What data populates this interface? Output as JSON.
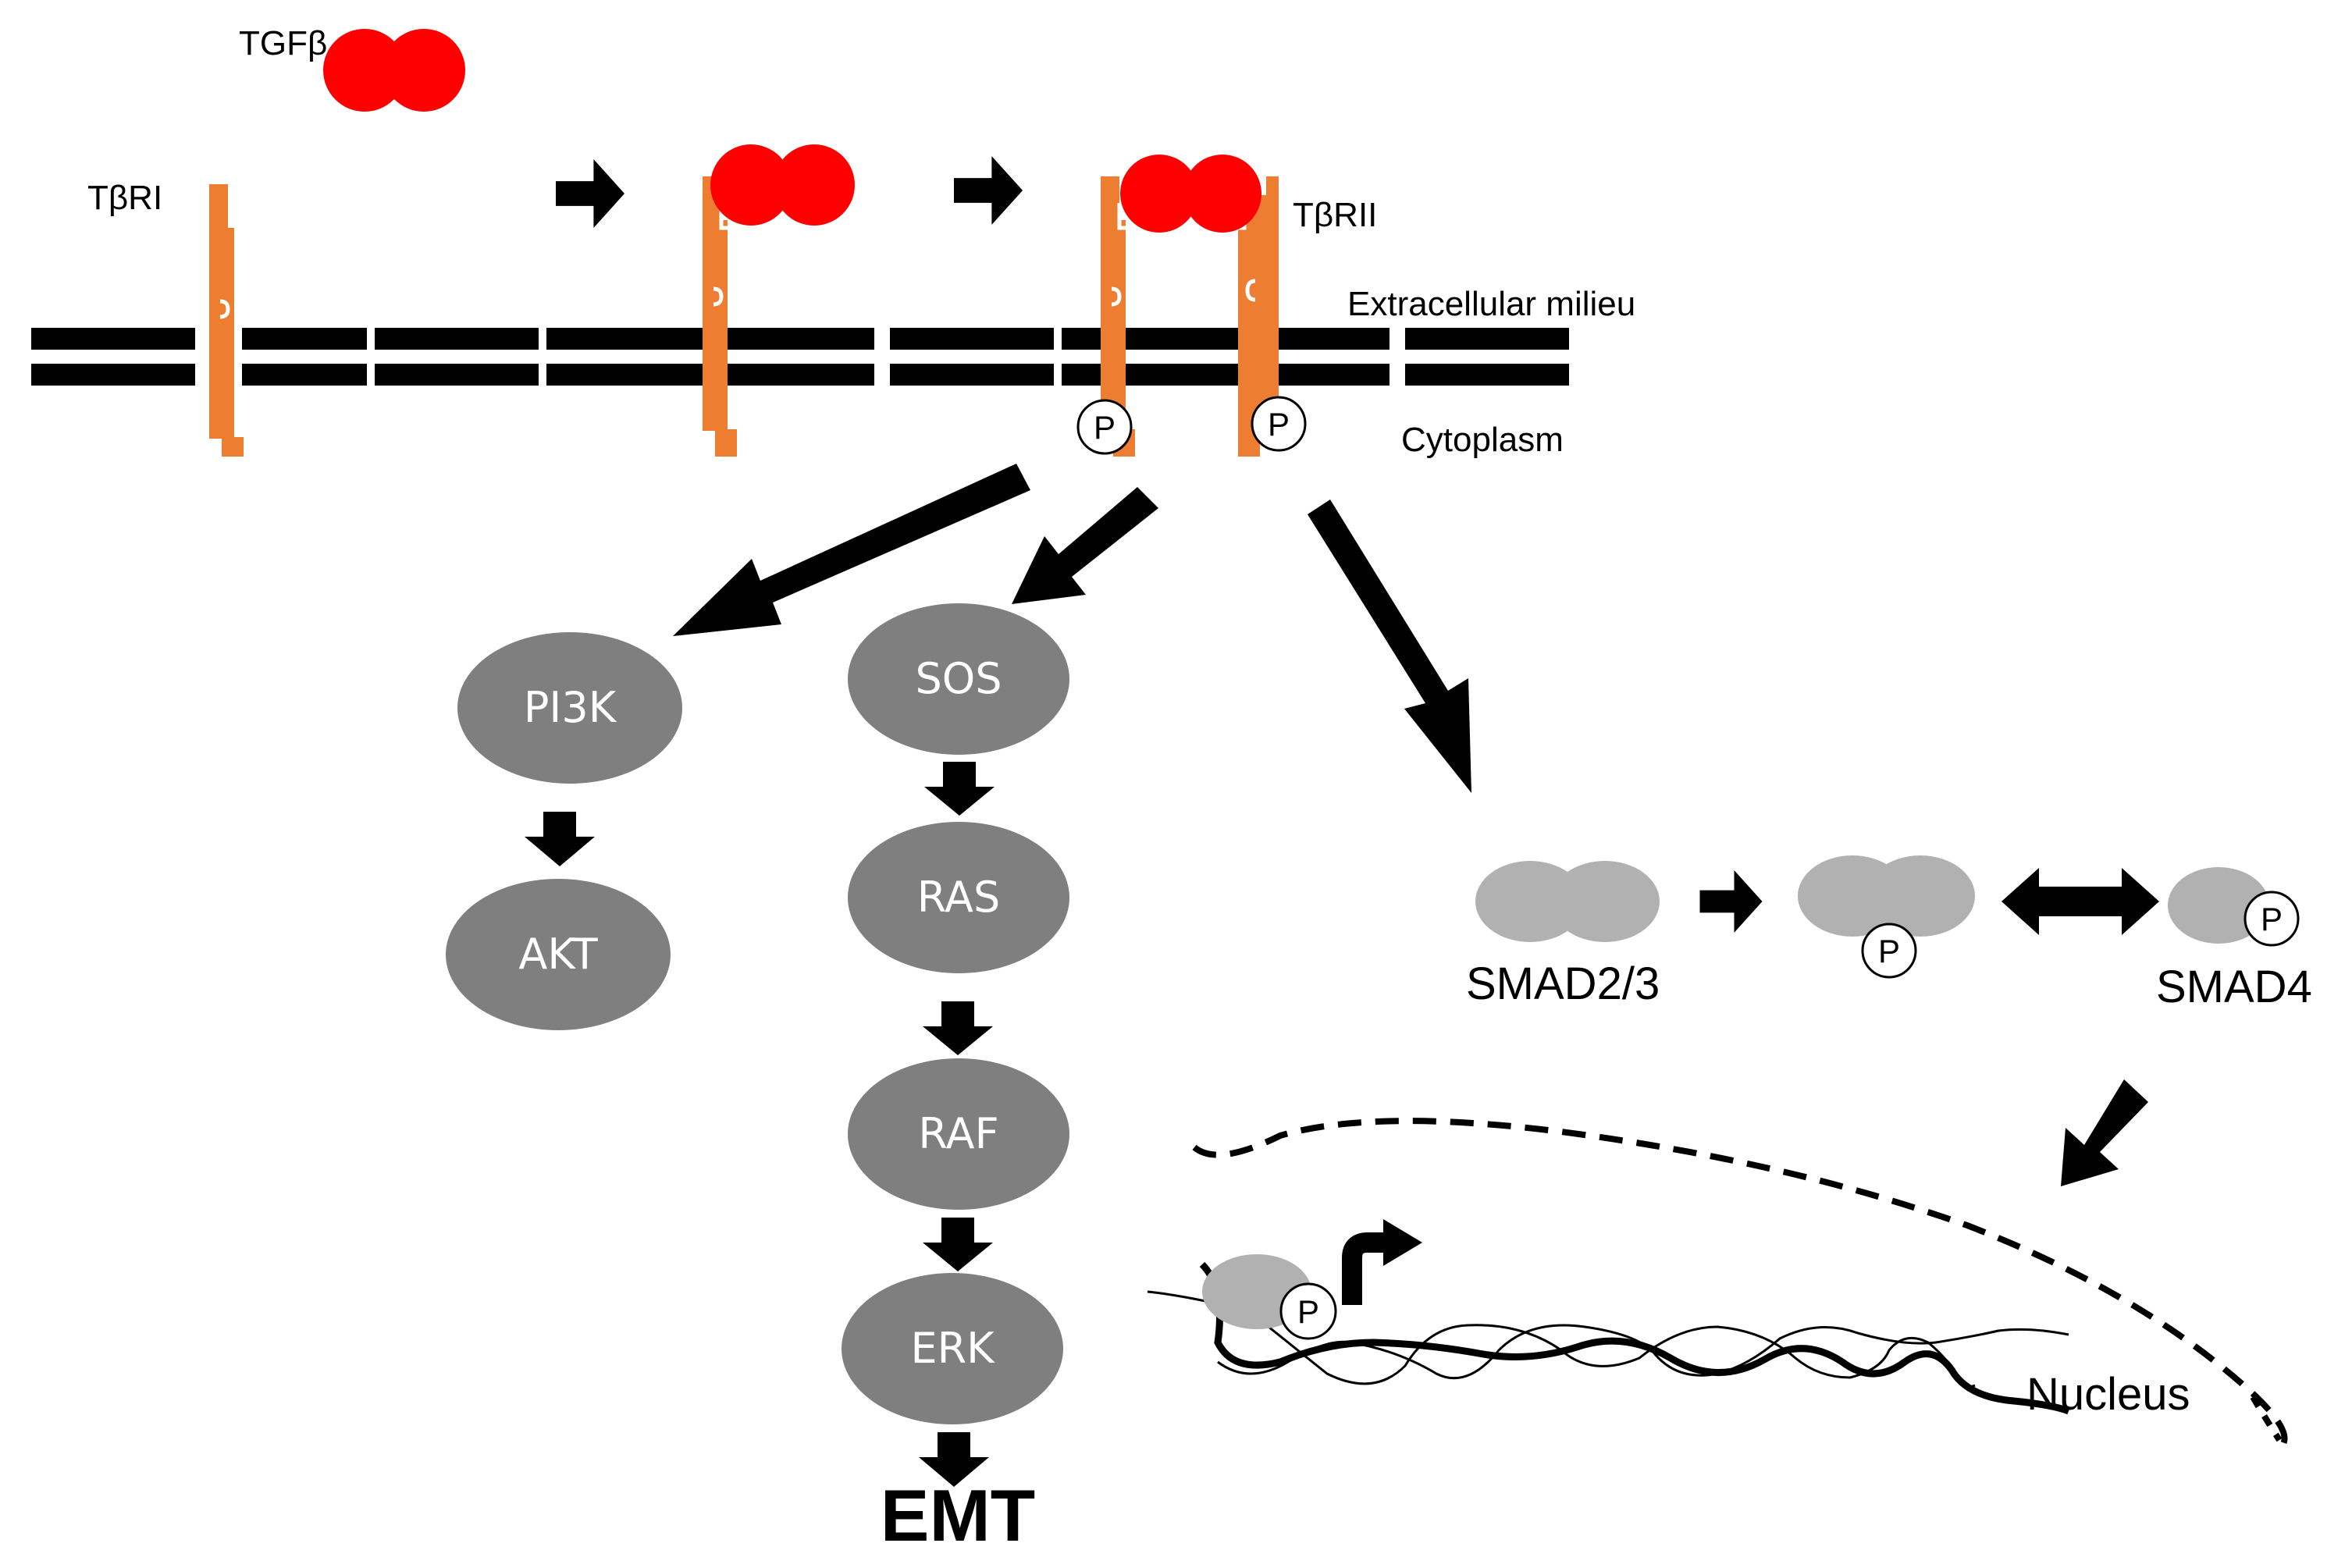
{
  "labels": {
    "tgfb": "TGFβ",
    "tbri": "TβRI",
    "tbrii": "TβRII",
    "extracellular": "Extracellular milieu",
    "cytoplasm": "Cytoplasm",
    "smad23": "SMAD2/3",
    "smad4": "SMAD4",
    "nucleus": "Nucleus",
    "emt": "EMT",
    "phospho": "P"
  },
  "nodes": {
    "pi3k": "PI3K",
    "akt": "AKT",
    "sos": "SOS",
    "ras": "RAS",
    "raf": "RAF",
    "erk": "ERK"
  },
  "colors": {
    "ligand": "#ff0000",
    "receptor": "#ed7d31",
    "membrane": "#000000",
    "kinase_node": "#7f7f7f",
    "smad": "#b1b1b1",
    "arrow": "#000000"
  }
}
